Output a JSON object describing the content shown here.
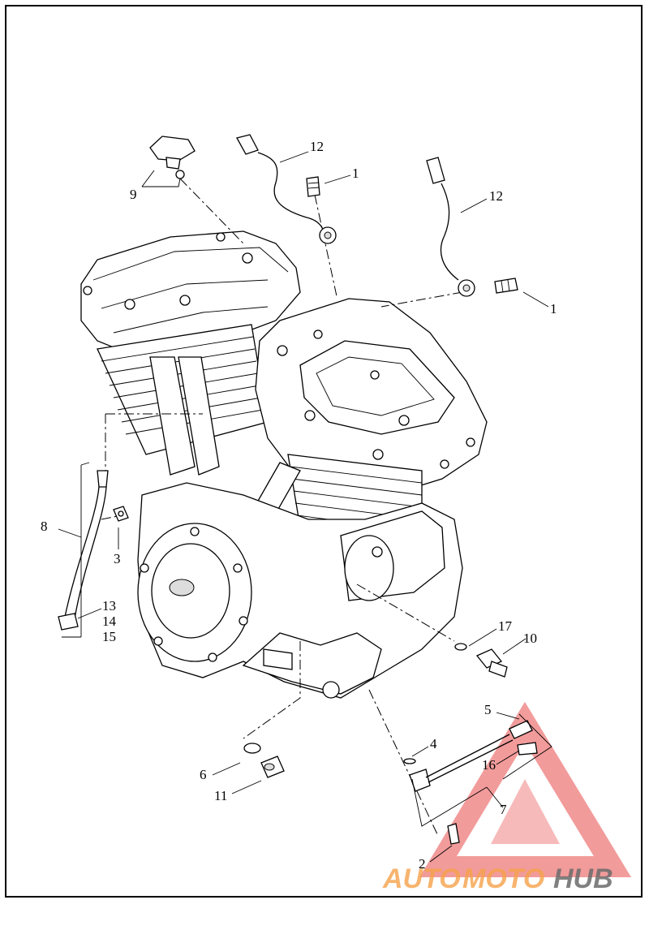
{
  "callouts": {
    "c1a": "1",
    "c1b": "1",
    "c2": "2",
    "c3": "3",
    "c4": "4",
    "c5": "5",
    "c6": "6",
    "c7": "7",
    "c8": "8",
    "c9": "9",
    "c10": "10",
    "c11": "11",
    "c12a": "12",
    "c12b": "12",
    "c13": "13",
    "c14": "14",
    "c15": "15",
    "c16": "16",
    "c17": "17"
  },
  "watermark": {
    "part1": "AUTO",
    "part2": "MOTO",
    "part3": "HUB",
    "triangle_color": "#e84a4a",
    "orange_color": "#f6a24a",
    "gray_color": "#6b6b6b"
  }
}
